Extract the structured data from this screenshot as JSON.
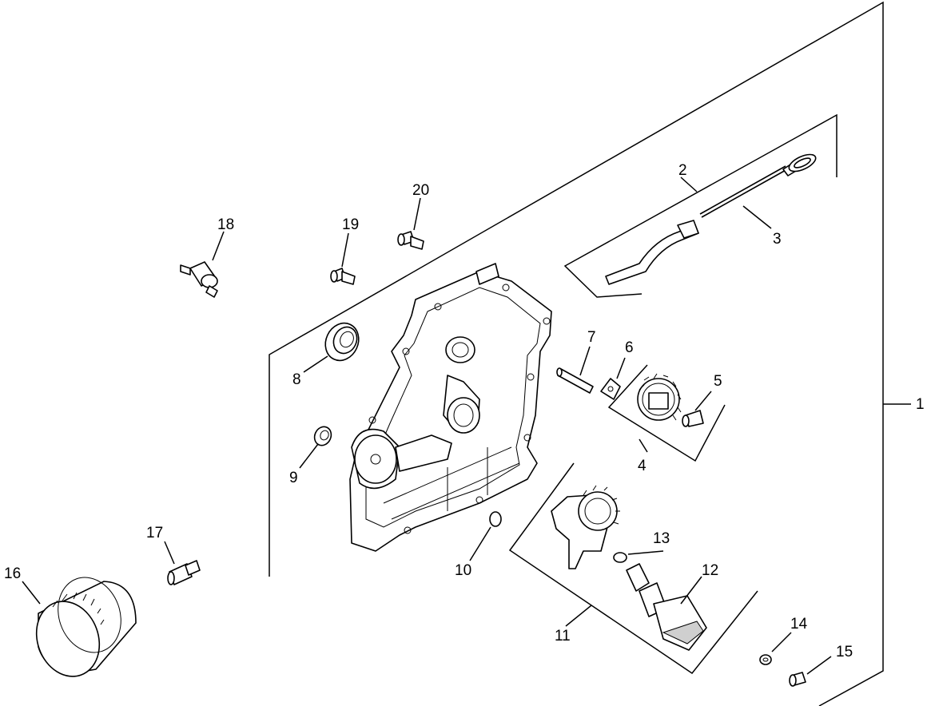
{
  "diagram": {
    "type": "exploded parts diagram",
    "callouts": [
      "1",
      "2",
      "3",
      "4",
      "5",
      "6",
      "7",
      "8",
      "9",
      "10",
      "11",
      "12",
      "13",
      "14",
      "15",
      "16",
      "17",
      "18",
      "19",
      "20"
    ]
  }
}
